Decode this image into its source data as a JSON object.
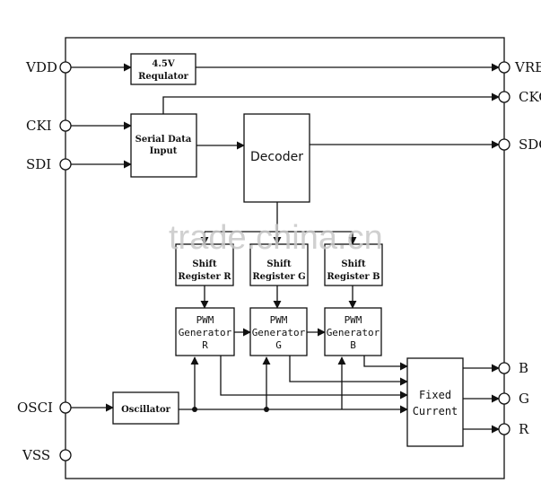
{
  "pins": {
    "vdd": "VDD",
    "cki": "CKI",
    "sdi": "SDI",
    "osci": "OSCI",
    "vss": "VSS",
    "vref": "VREF",
    "cko": "CKO",
    "sdo": "SDO",
    "b": "B",
    "g": "G",
    "r": "R"
  },
  "blocks": {
    "regulator": [
      "4.5V",
      "Requlator"
    ],
    "serial_input": [
      "Serial Data",
      "Input"
    ],
    "decoder": "Decoder",
    "shift_r": [
      "Shift",
      "Register R"
    ],
    "shift_g": [
      "Shift",
      "Register G"
    ],
    "shift_b": [
      "Shift",
      "Register B"
    ],
    "pwm_r": [
      "PWM",
      "Generator",
      "R"
    ],
    "pwm_g": [
      "PWM",
      "Generator",
      "G"
    ],
    "pwm_b": [
      "PWM",
      "Generator",
      "B"
    ],
    "oscillator": "Oscillator",
    "fixed_current": [
      "Fixed",
      "Current"
    ]
  },
  "watermark": "trade.china.cn"
}
